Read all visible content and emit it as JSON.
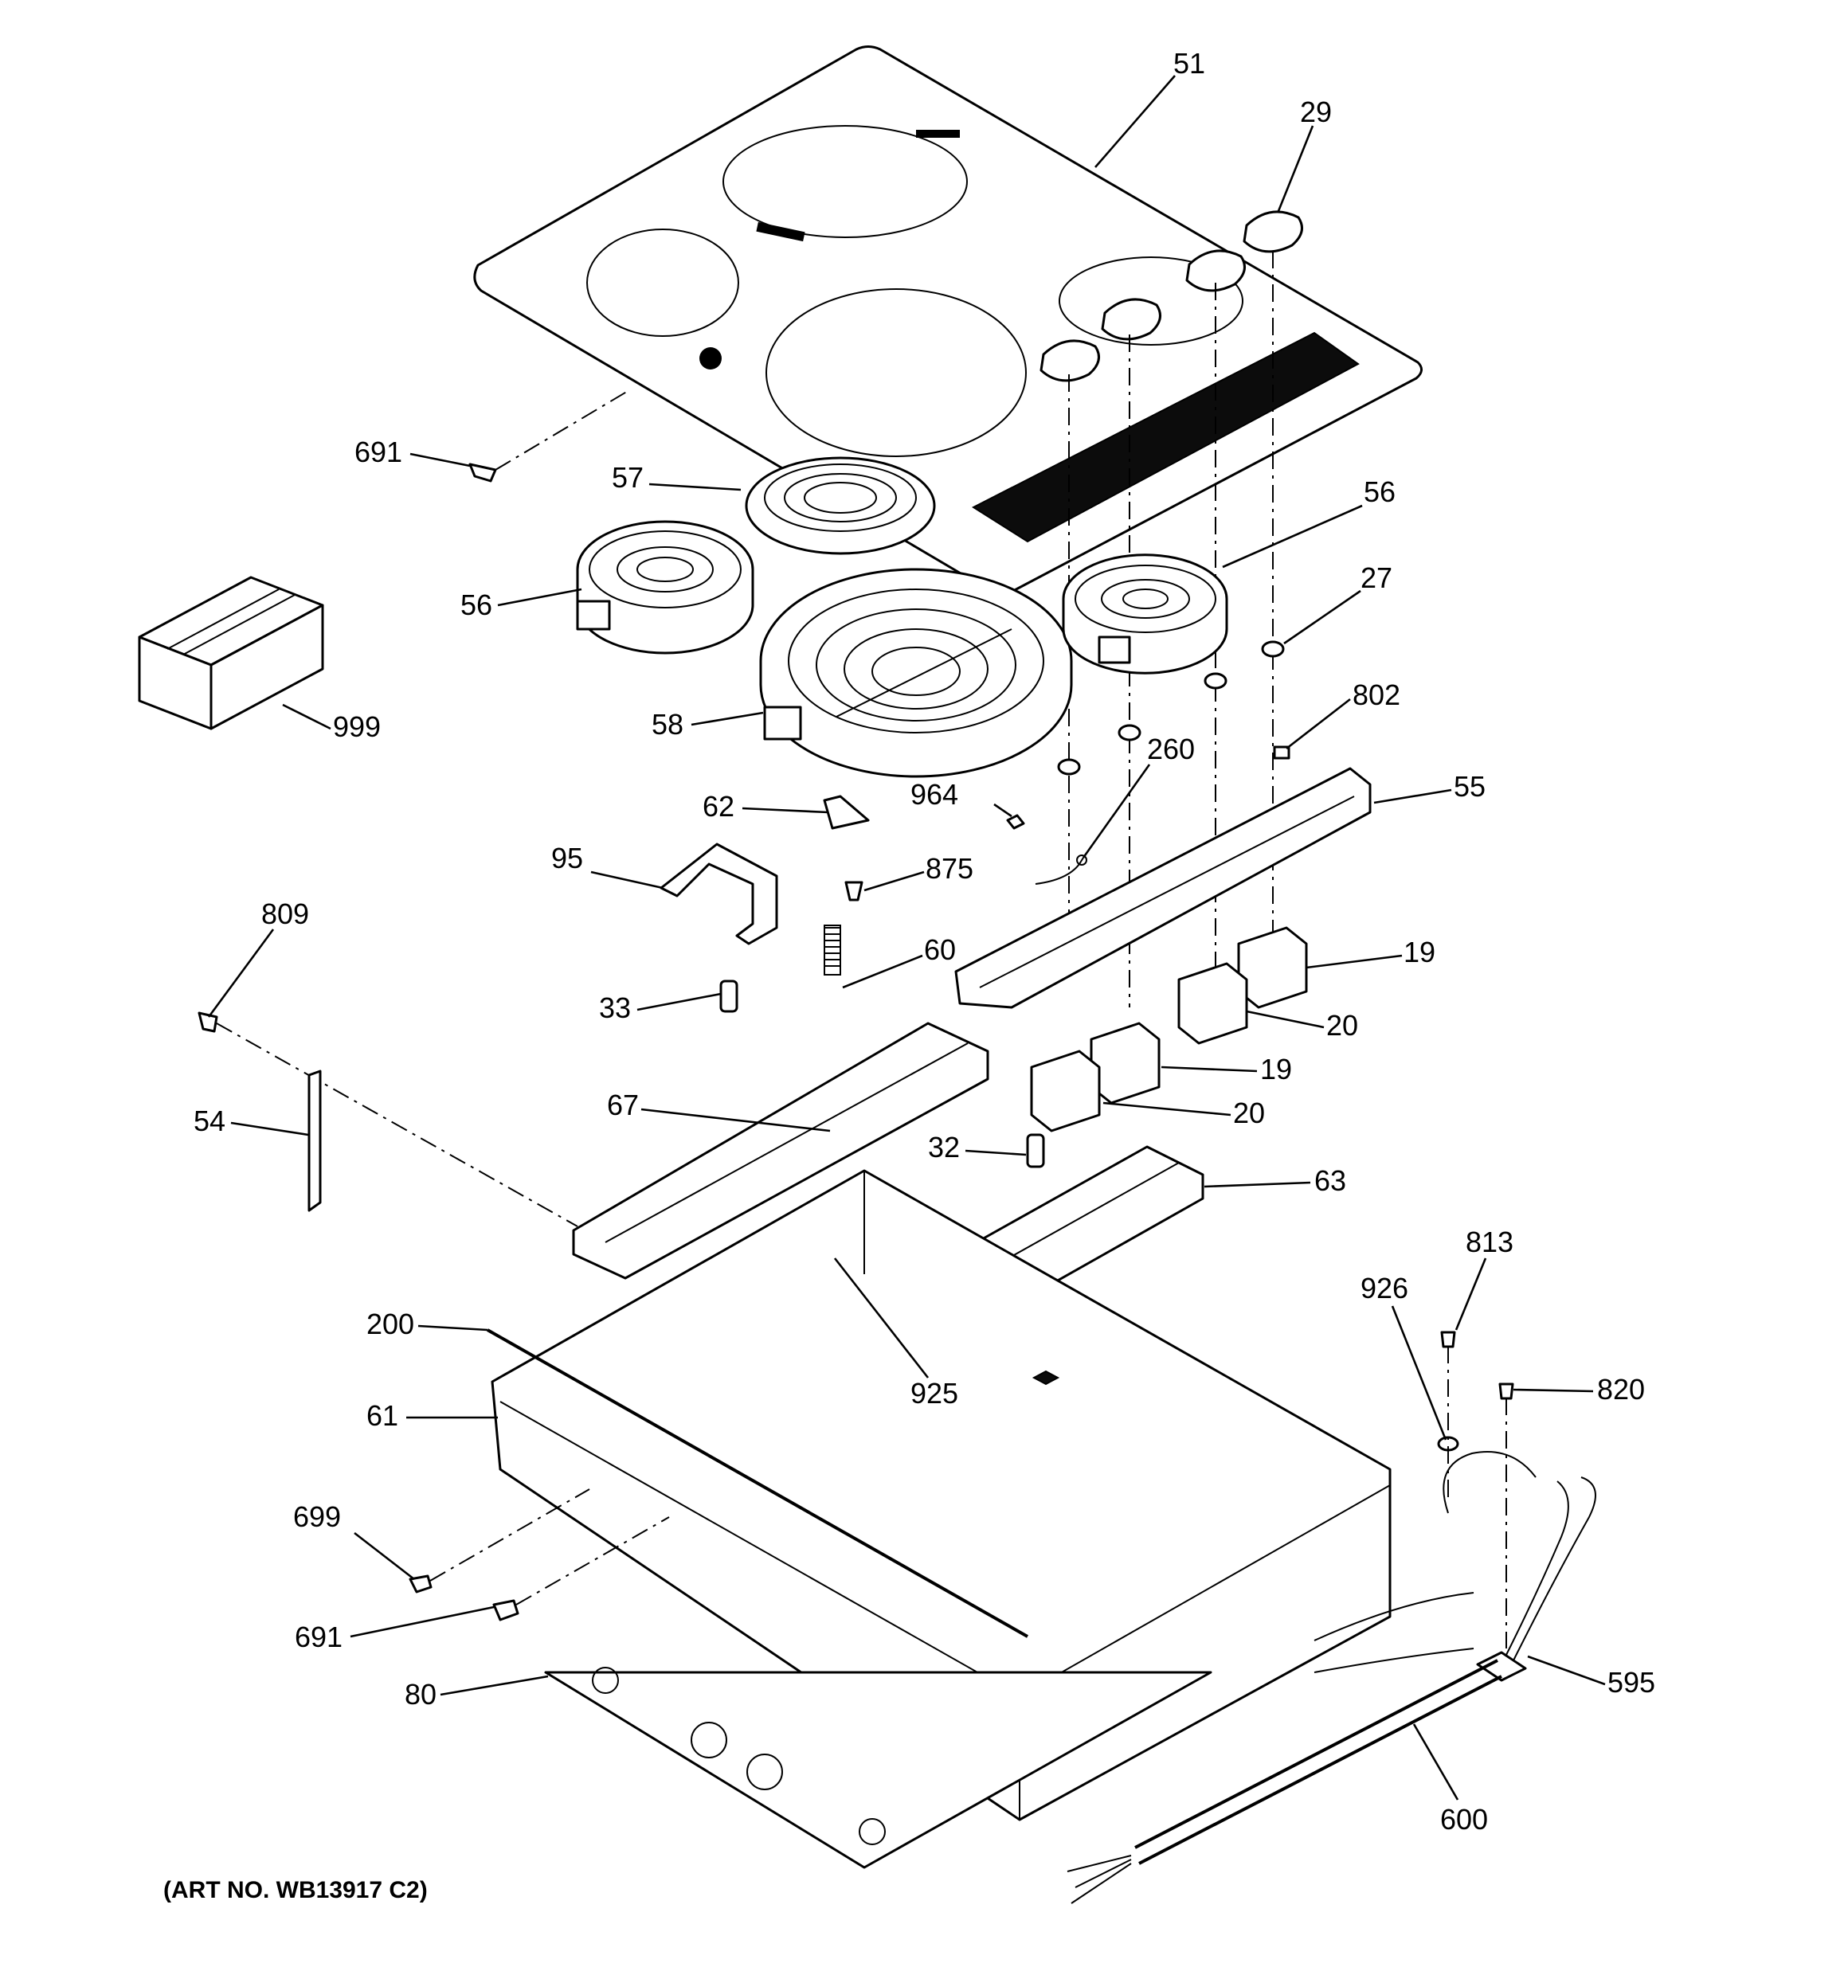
{
  "art_number": "(ART NO. WB13917 C2)",
  "callouts": {
    "c51": "51",
    "c29": "29",
    "c691a": "691",
    "c57": "57",
    "c56a": "56",
    "c56b": "56",
    "c27": "27",
    "c999": "999",
    "c58": "58",
    "c802": "802",
    "c260": "260",
    "c55": "55",
    "c964": "964",
    "c62": "62",
    "c95": "95",
    "c875": "875",
    "c809": "809",
    "c60": "60",
    "c19a": "19",
    "c33": "33",
    "c20a": "20",
    "c19b": "19",
    "c54": "54",
    "c67": "67",
    "c20b": "20",
    "c32": "32",
    "c63": "63",
    "c813": "813",
    "c926": "926",
    "c200": "200",
    "c820": "820",
    "c925": "925",
    "c61": "61",
    "c699": "699",
    "c691b": "691",
    "c595": "595",
    "c80": "80",
    "c600": "600"
  }
}
